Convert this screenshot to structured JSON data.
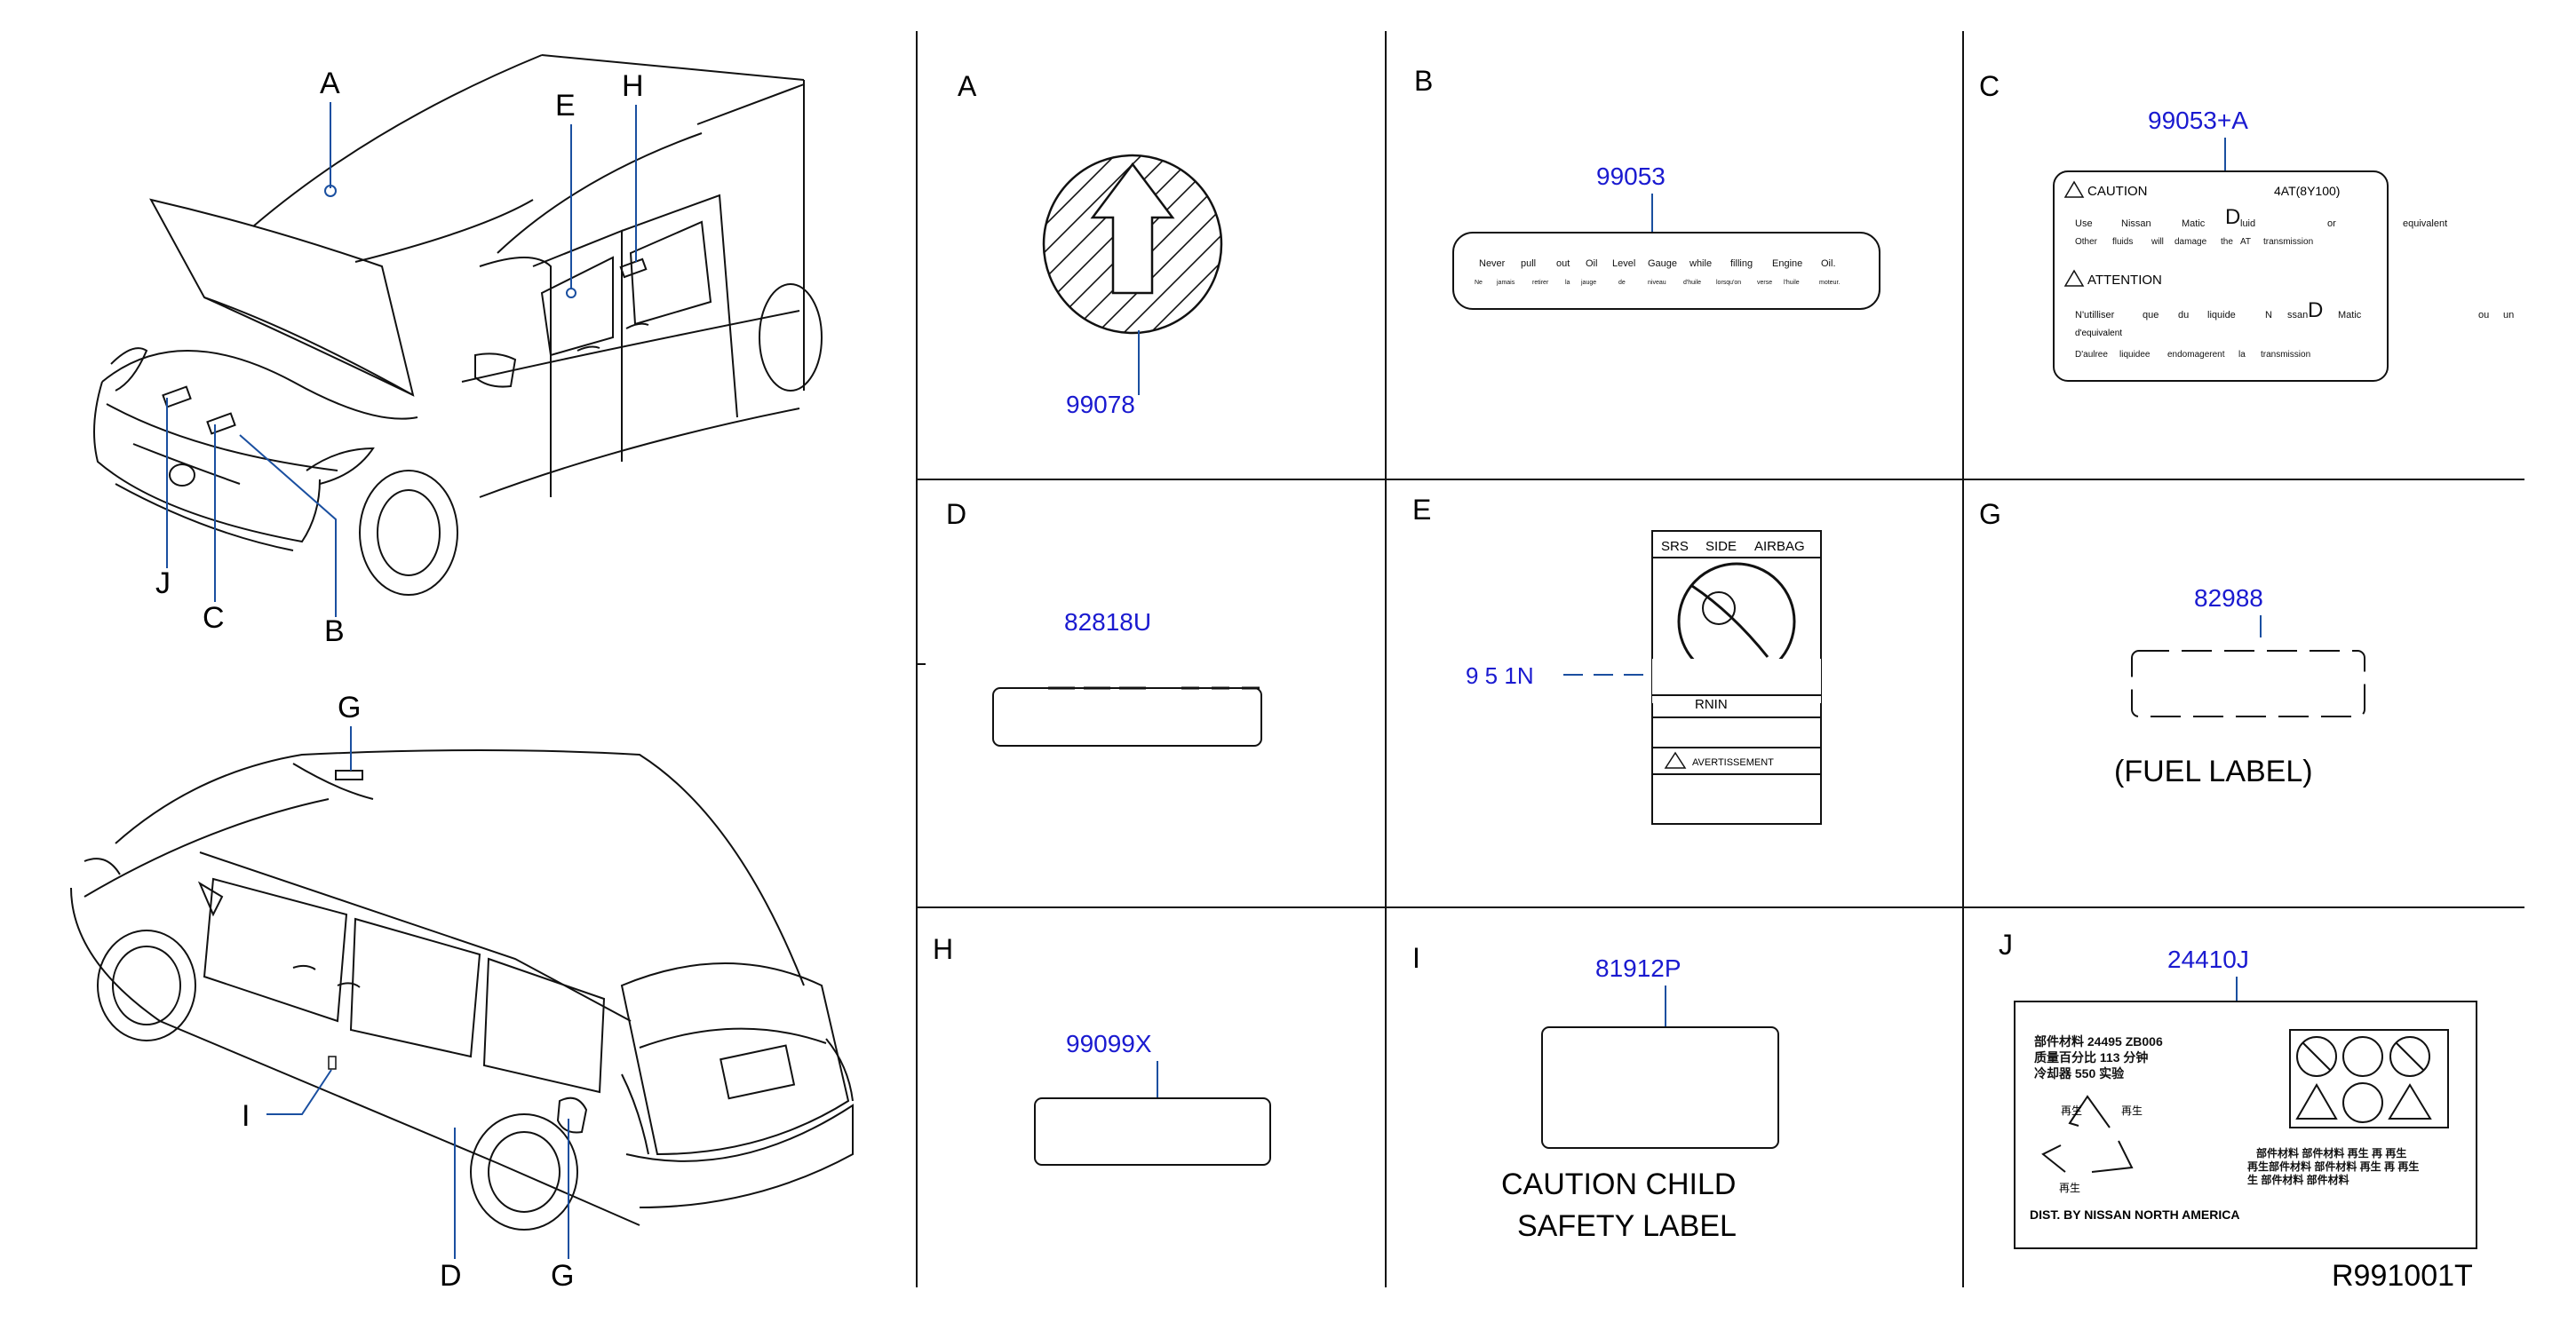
{
  "diagram_code": "R991001T",
  "callouts": {
    "front": [
      "A",
      "E",
      "H",
      "J",
      "C",
      "B"
    ],
    "rear": [
      "G",
      "I",
      "D",
      "G"
    ]
  },
  "panels": [
    {
      "letter": "A",
      "part": "99078"
    },
    {
      "letter": "B",
      "part": "99053",
      "text_line1": [
        "Never",
        "pull",
        "out",
        "Oil",
        "Level",
        "Gauge",
        "while",
        "filling",
        "Engine",
        "Oil."
      ],
      "text_line2": [
        "Ne",
        "jamais",
        "retirer",
        "la",
        "jauge",
        "de",
        "niveau",
        "d'huile",
        "lorsqu'on",
        "verse",
        "l'huile",
        "moteur."
      ]
    },
    {
      "letter": "C",
      "part": "99053+A",
      "caution": "CAUTION",
      "code": "4AT(8Y100)",
      "c_line1": [
        "Use",
        "Nissan",
        "Matic",
        "D",
        "luid",
        "or",
        "equivalent"
      ],
      "c_line2": [
        "Other",
        "fluids",
        "will",
        "damage",
        "the",
        "AT",
        "transmission"
      ],
      "attention": "ATTENTION",
      "a_line1": [
        "N'utilliser",
        "que",
        "du",
        "liquide",
        "N",
        "ssan",
        "Matic",
        "D",
        "ou",
        "un"
      ],
      "a_line2": "d'equivalent",
      "a_line3": [
        "D'aulree",
        "liquidee",
        "endomagerent",
        "la",
        "transmission"
      ]
    },
    {
      "letter": "D",
      "part": "82818U"
    },
    {
      "letter": "E",
      "part": "9 5 1N",
      "srs": [
        "SRS",
        "SIDE",
        "AIRBAG"
      ],
      "warning": "RNIN",
      "avert": "AVERTISSEMENT"
    },
    {
      "letter": "G",
      "part": "82988",
      "caption": "(FUEL   LABEL)"
    },
    {
      "letter": "H",
      "part": "99099X"
    },
    {
      "letter": "I",
      "part": "81912P",
      "caption1": "CAUTION   CHILD",
      "caption2": "SAFETY   LABEL"
    },
    {
      "letter": "J",
      "part": "24410J",
      "jp1": "部件材料 24495 ZB006",
      "jp2": "质量百分比 113 分钟",
      "jp3": "冷却器 550 实验",
      "recycle": [
        "再生",
        "再生",
        "再生"
      ],
      "grid_text": [
        "部件材料 部件材料 再生   再 再生",
        "再生部件材料 部件材料 再生   再 再生",
        "生 部件材料 部件材料"
      ],
      "dist": "DIST. BY NISSAN NORTH AMERICA"
    }
  ]
}
